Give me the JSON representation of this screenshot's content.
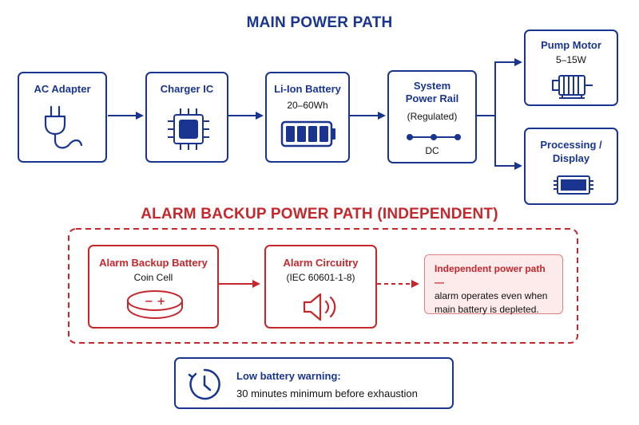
{
  "titles": {
    "main": "MAIN POWER PATH",
    "alarm": "ALARM BACKUP POWER PATH (INDEPENDENT)"
  },
  "main_path": {
    "ac_adapter": {
      "label": "AC Adapter"
    },
    "charger": {
      "label": "Charger IC"
    },
    "battery": {
      "label": "Li-Ion Battery",
      "sub": "20–60Wh"
    },
    "rail": {
      "label_line1": "System",
      "label_line2": "Power Rail",
      "sub": "(Regulated)",
      "bus_label": "DC"
    },
    "pump": {
      "label": "Pump Motor",
      "sub": "5–15W"
    },
    "processing": {
      "label_line1": "Processing /",
      "label_line2": "Display"
    }
  },
  "alarm_path": {
    "backup_battery": {
      "label": "Alarm Backup Battery",
      "sub": "Coin Cell",
      "cell_marks": "− +"
    },
    "circuitry": {
      "label": "Alarm Circuitry",
      "sub": "(IEC 60601-1-8)"
    },
    "note": {
      "line1": "Independent power path —",
      "line2": "alarm operates even when",
      "line3": "main battery is depleted."
    }
  },
  "warning": {
    "title": "Low battery warning:",
    "text": "30 minutes minimum before exhaustion"
  },
  "colors": {
    "blue": "#1a3590",
    "red": "#c4272c",
    "note_bg": "#fdeaea"
  },
  "icons": [
    "plug-icon",
    "chip-icon",
    "battery-icon",
    "dc-bus-icon",
    "motor-icon",
    "display-icon",
    "coin-cell-icon",
    "speaker-icon",
    "clock-icon"
  ]
}
